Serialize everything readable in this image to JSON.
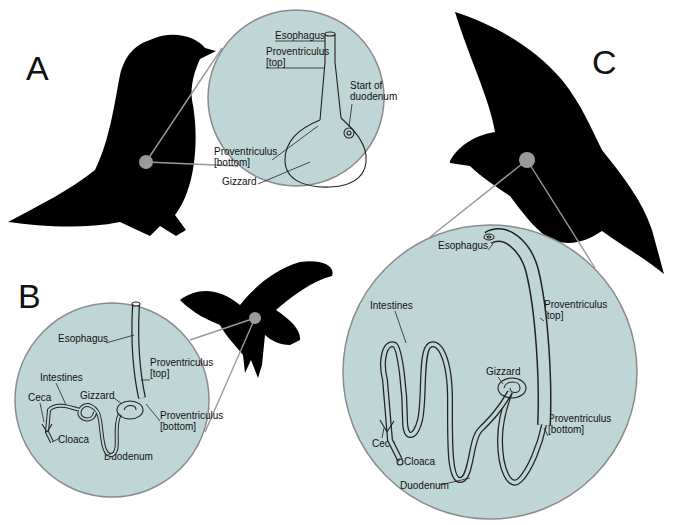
{
  "diagram": {
    "nodes": [
      {
        "text": [
          "Esophagus",
          "Proventriculus [top]",
          "Start of duodenum",
          "Proventriculus [bottom]",
          "Gizzard"
        ]
      },
      {
        "text": [
          "Esophagus",
          "Proventriculus [top]",
          "Intestines",
          "Ceca",
          "Gizzard",
          "Proventriculus [bottom]",
          "Cloaca",
          "Duodenum"
        ]
      },
      {
        "text": [
          "Esophagus",
          "Proventriculus [top]",
          "Intestines",
          "Gizzard",
          "Ceca",
          "Proventriculus [bottom]",
          "Cloaca",
          "Duodenum"
        ]
      }
    ],
    "labels": [
      "A",
      "B",
      "C"
    ]
  }
}
